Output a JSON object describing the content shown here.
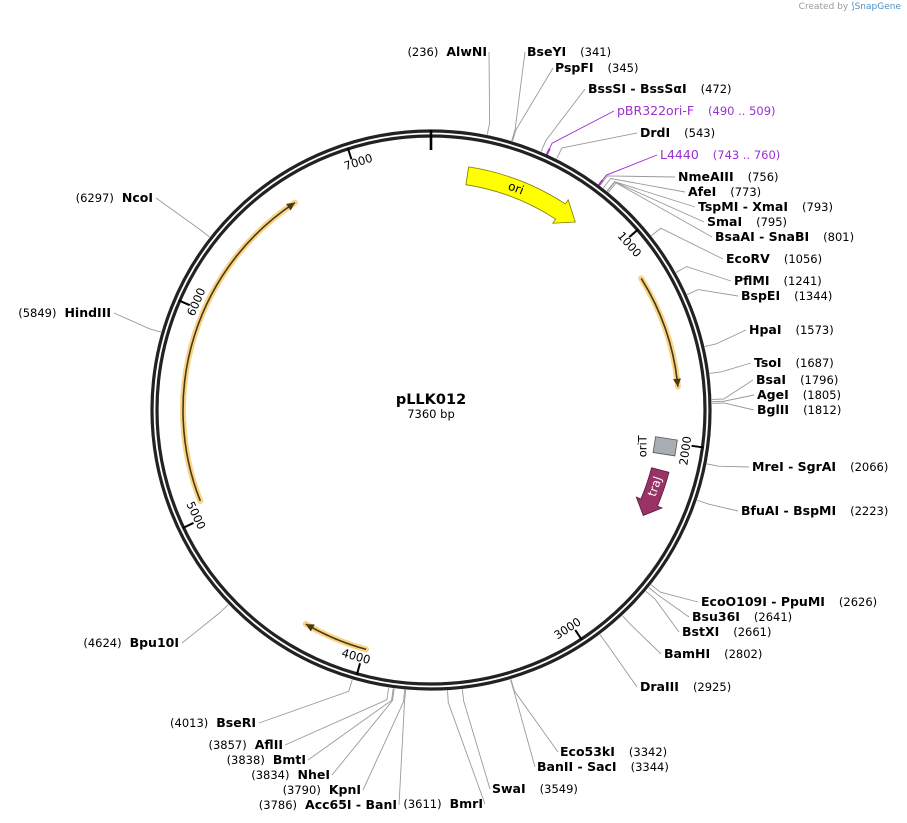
{
  "watermark": {
    "prefix": "Created by",
    "brand": "SnapGene"
  },
  "plasmid": {
    "name": "pLLK012",
    "size_label": "7360 bp",
    "length": 7360
  },
  "ticks": [
    {
      "bp": 1000,
      "label": "1000"
    },
    {
      "bp": 2000,
      "label": "2000"
    },
    {
      "bp": 3000,
      "label": "3000"
    },
    {
      "bp": 4000,
      "label": "4000"
    },
    {
      "bp": 5000,
      "label": "5000"
    },
    {
      "bp": 6000,
      "label": "6000"
    },
    {
      "bp": 7000,
      "label": "7000"
    }
  ],
  "features": [
    {
      "name": "ori",
      "kind": "arrow",
      "color": "#ffff00",
      "start": 180,
      "end": 767
    },
    {
      "name": "traJ",
      "kind": "arrow",
      "color": "#993366",
      "start": 2140,
      "end": 2380
    },
    {
      "name": "oriT",
      "kind": "box",
      "color": "#a8aeb4",
      "start": 1980,
      "end": 2060
    },
    {
      "name": "",
      "kind": "orange-arc",
      "color": "#f0b840",
      "start": 1185,
      "end": 1730
    },
    {
      "name": "",
      "kind": "orange-arc",
      "color": "#f0b840",
      "start": 3990,
      "end": 4300
    },
    {
      "name": "",
      "kind": "orange-arc",
      "color": "#f0b840",
      "start": 5080,
      "end": 6680
    }
  ],
  "sites": [
    {
      "enzymes": [
        "AlwNI"
      ],
      "pos": "(236)",
      "bp": 236,
      "side": "left"
    },
    {
      "enzymes": [
        "BseYI"
      ],
      "pos": "(341)",
      "bp": 341,
      "side": "right"
    },
    {
      "enzymes": [
        "PspFI"
      ],
      "pos": "(345)",
      "bp": 345,
      "side": "right"
    },
    {
      "enzymes": [
        "BssSI",
        "BssSαI"
      ],
      "pos": "(472)",
      "bp": 472,
      "side": "right"
    },
    {
      "enzymes": [
        "pBR322ori-F"
      ],
      "pos": "(490 .. 509)",
      "bp": 499,
      "side": "right",
      "primer": true
    },
    {
      "enzymes": [
        "DrdI"
      ],
      "pos": "(543)",
      "bp": 543,
      "side": "right"
    },
    {
      "enzymes": [
        "L4440"
      ],
      "pos": "(743 .. 760)",
      "bp": 751,
      "side": "right",
      "primer": true
    },
    {
      "enzymes": [
        "NmeAIII"
      ],
      "pos": "(756)",
      "bp": 756,
      "side": "right"
    },
    {
      "enzymes": [
        "AfeI"
      ],
      "pos": "(773)",
      "bp": 773,
      "side": "right"
    },
    {
      "enzymes": [
        "TspMI",
        "XmaI"
      ],
      "pos": "(793)",
      "bp": 793,
      "side": "right"
    },
    {
      "enzymes": [
        "SmaI"
      ],
      "pos": "(795)",
      "bp": 795,
      "side": "right"
    },
    {
      "enzymes": [
        "BsaAI",
        "SnaBI"
      ],
      "pos": "(801)",
      "bp": 801,
      "side": "right"
    },
    {
      "enzymes": [
        "EcoRV"
      ],
      "pos": "(1056)",
      "bp": 1056,
      "side": "right"
    },
    {
      "enzymes": [
        "PflMI"
      ],
      "pos": "(1241)",
      "bp": 1241,
      "side": "right"
    },
    {
      "enzymes": [
        "BspEI"
      ],
      "pos": "(1344)",
      "bp": 1344,
      "side": "right"
    },
    {
      "enzymes": [
        "HpaI"
      ],
      "pos": "(1573)",
      "bp": 1573,
      "side": "right"
    },
    {
      "enzymes": [
        "TsoI"
      ],
      "pos": "(1687)",
      "bp": 1687,
      "side": "right"
    },
    {
      "enzymes": [
        "BsaI"
      ],
      "pos": "(1796)",
      "bp": 1796,
      "side": "right"
    },
    {
      "enzymes": [
        "AgeI"
      ],
      "pos": "(1805)",
      "bp": 1805,
      "side": "right"
    },
    {
      "enzymes": [
        "BglII"
      ],
      "pos": "(1812)",
      "bp": 1812,
      "side": "right"
    },
    {
      "enzymes": [
        "MreI",
        "SgrAI"
      ],
      "pos": "(2066)",
      "bp": 2066,
      "side": "right"
    },
    {
      "enzymes": [
        "BfuAI",
        "BspMI"
      ],
      "pos": "(2223)",
      "bp": 2223,
      "side": "right"
    },
    {
      "enzymes": [
        "EcoO109I",
        "PpuMI"
      ],
      "pos": "(2626)",
      "bp": 2626,
      "side": "right"
    },
    {
      "enzymes": [
        "Bsu36I"
      ],
      "pos": "(2641)",
      "bp": 2641,
      "side": "right"
    },
    {
      "enzymes": [
        "BstXI"
      ],
      "pos": "(2661)",
      "bp": 2661,
      "side": "right"
    },
    {
      "enzymes": [
        "BamHI"
      ],
      "pos": "(2802)",
      "bp": 2802,
      "side": "right"
    },
    {
      "enzymes": [
        "DraIII"
      ],
      "pos": "(2925)",
      "bp": 2925,
      "side": "right"
    },
    {
      "enzymes": [
        "Eco53kI"
      ],
      "pos": "(3342)",
      "bp": 3342,
      "side": "right"
    },
    {
      "enzymes": [
        "BanII",
        "SacI"
      ],
      "pos": "(3344)",
      "bp": 3344,
      "side": "right"
    },
    {
      "enzymes": [
        "SwaI"
      ],
      "pos": "(3549)",
      "bp": 3549,
      "side": "right"
    },
    {
      "enzymes": [
        "BmrI"
      ],
      "pos": "(3611)",
      "bp": 3611,
      "side": "left"
    },
    {
      "enzymes": [
        "Acc65I",
        "BanI"
      ],
      "pos": "(3786)",
      "bp": 3786,
      "side": "left"
    },
    {
      "enzymes": [
        "KpnI"
      ],
      "pos": "(3790)",
      "bp": 3790,
      "side": "left"
    },
    {
      "enzymes": [
        "NheI"
      ],
      "pos": "(3834)",
      "bp": 3834,
      "side": "left"
    },
    {
      "enzymes": [
        "BmtI"
      ],
      "pos": "(3838)",
      "bp": 3838,
      "side": "left"
    },
    {
      "enzymes": [
        "AflII"
      ],
      "pos": "(3857)",
      "bp": 3857,
      "side": "left"
    },
    {
      "enzymes": [
        "BseRI"
      ],
      "pos": "(4013)",
      "bp": 4013,
      "side": "left"
    },
    {
      "enzymes": [
        "Bpu10I"
      ],
      "pos": "(4624)",
      "bp": 4624,
      "side": "left"
    },
    {
      "enzymes": [
        "HindIII"
      ],
      "pos": "(5849)",
      "bp": 5849,
      "side": "left"
    },
    {
      "enzymes": [
        "NcoI"
      ],
      "pos": "(6297)",
      "bp": 6297,
      "side": "left"
    }
  ]
}
